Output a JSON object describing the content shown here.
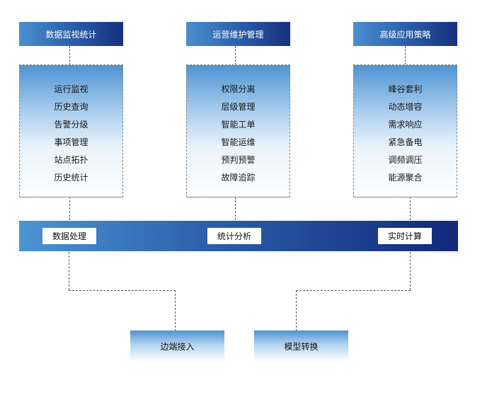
{
  "columns": [
    {
      "title": "数据监视统计",
      "items": [
        "运行监视",
        "历史查询",
        "告警分级",
        "事项管理",
        "站点拓扑",
        "历史统计"
      ]
    },
    {
      "title": "运营维护管理",
      "items": [
        "权限分离",
        "层级管理",
        "智能工单",
        "智能运维",
        "预判预警",
        "故障追踪"
      ]
    },
    {
      "title": "高级应用策略",
      "items": [
        "峰谷套利",
        "动态增容",
        "需求响应",
        "紧急备电",
        "调频调压",
        "能源聚合"
      ]
    }
  ],
  "bar": {
    "items": [
      "数据处理",
      "统计分析",
      "实时计算"
    ]
  },
  "bottom": {
    "items": [
      "边端接入",
      "模型转换"
    ]
  }
}
